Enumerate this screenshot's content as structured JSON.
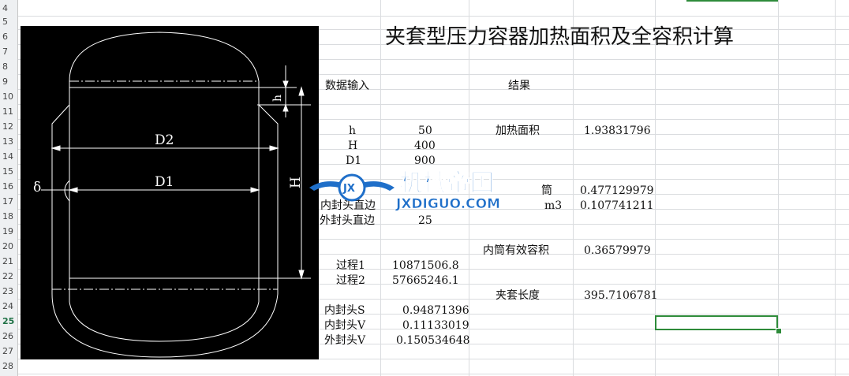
{
  "sheet": {
    "rows": [
      "4",
      "5",
      "6",
      "7",
      "8",
      "9",
      "10",
      "11",
      "12",
      "13",
      "14",
      "15",
      "16",
      "17",
      "18",
      "19",
      "20",
      "21",
      "22",
      "23",
      "24",
      "25",
      "26",
      "27",
      "28"
    ],
    "selected_row": "25"
  },
  "title": "夹套型压力容器加热面积及全容积计算",
  "inputs": {
    "header": "数据输入",
    "h_label": "h",
    "h_value": "50",
    "H_label": "H",
    "H_value": "400",
    "D1_label": "D1",
    "D1_value": "900",
    "inner_straight_label": "内封头直边",
    "outer_straight_label": "外封头直边",
    "outer_straight_value": "25"
  },
  "process": {
    "p1_label": "过程1",
    "p1_value": "10871506.8",
    "p2_label": "过程2",
    "p2_value": "57665246.1"
  },
  "heads": {
    "inner_s_label": "内封头S",
    "inner_s_value": "0.94871396",
    "inner_v_label": "内封头V",
    "inner_v_value": "0.11133019",
    "outer_v_label": "外封头V",
    "outer_v_value": "0.150534648"
  },
  "results": {
    "header": "结果",
    "heating_area_label": "加热面积",
    "heating_area_value": "1.93831796",
    "r16_label_tail": "筒",
    "r16_value": "0.477129979",
    "r17_label_tail": "m3",
    "r17_value": "0.107741211",
    "effective_volume_label": "内筒有效容积",
    "effective_volume_value": "0.36579979",
    "jacket_length_label": "夹套长度",
    "jacket_length_value": "395.7106781"
  },
  "drawing": {
    "label_D2": "D2",
    "label_D1": "D1",
    "label_delta": "δ",
    "label_H": "H",
    "label_h": "h"
  },
  "watermark": {
    "name": "机械帝国",
    "url": "JXDIGUO.COM",
    "badge": "JX"
  },
  "colors": {
    "selection": "#2e8b3a",
    "drawing_bg": "#000000",
    "drawing_line": "#ffffff",
    "watermark_blue": "#1f6fc9"
  }
}
